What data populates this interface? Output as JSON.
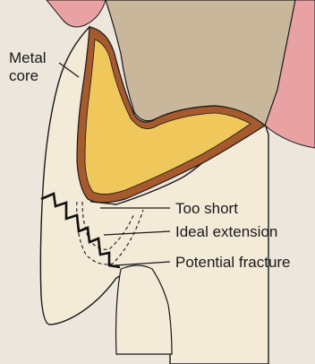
{
  "diagram": {
    "labels": {
      "metal_core_line1": "Metal",
      "metal_core_line2": "core",
      "too_short": "Too short",
      "ideal_extension": "Ideal extension",
      "potential_fracture": "Potential fracture"
    },
    "colors": {
      "background": "#ece6dc",
      "crown": "#c9b79c",
      "root": "#f4ead8",
      "metal_core": "#a65a2e",
      "core_fill": "#f0c75a",
      "gum": "#e8a2a4",
      "outline": "#1a1a1a"
    }
  }
}
